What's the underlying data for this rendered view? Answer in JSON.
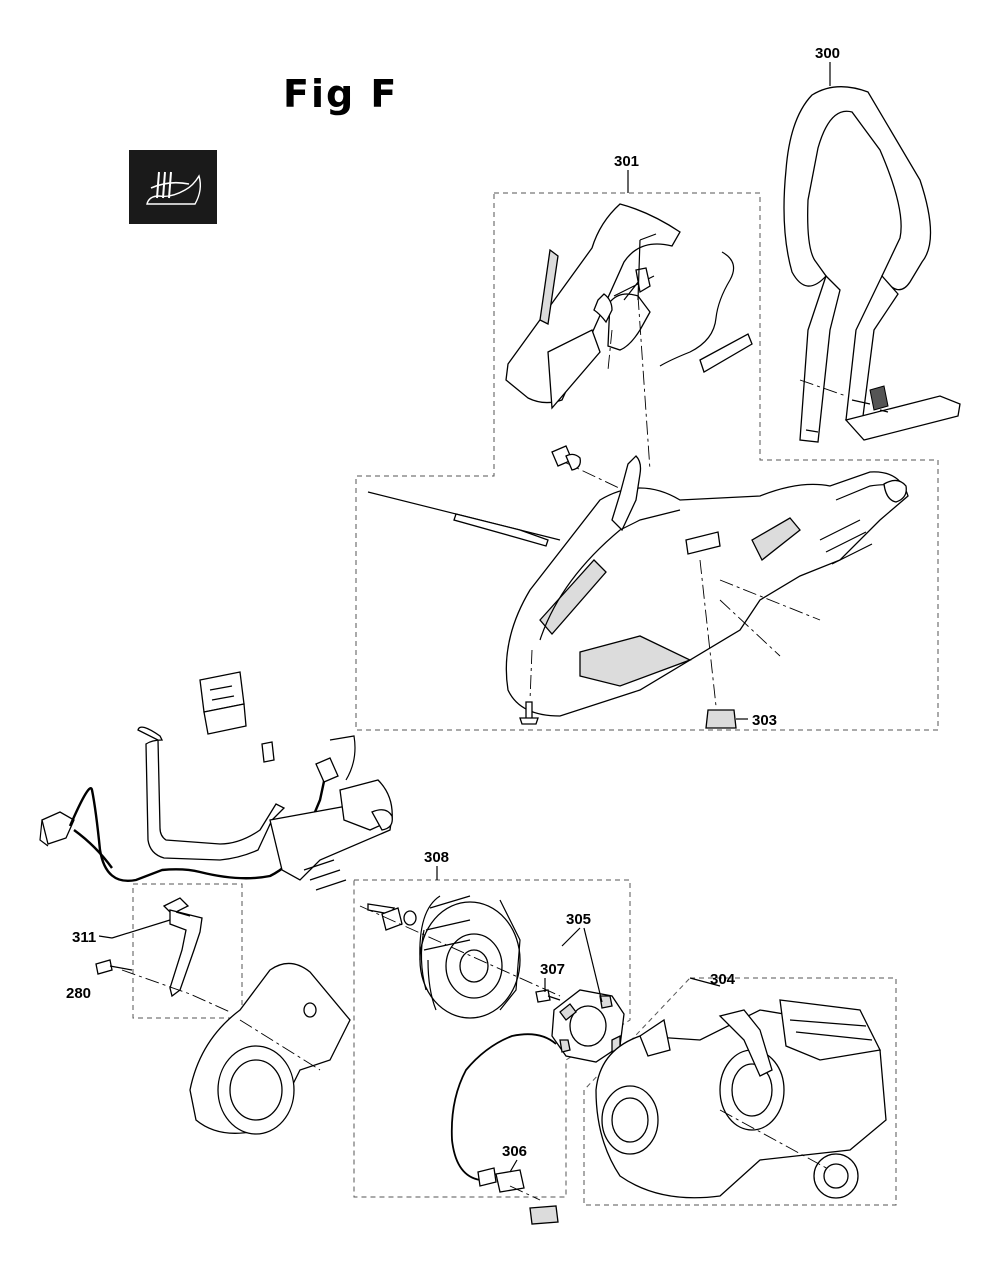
{
  "figure": {
    "title": "Fig F"
  },
  "logo": {
    "icon": "handle-section-icon"
  },
  "callouts": {
    "c300": "300",
    "c301": "301",
    "c303": "303",
    "c304": "304",
    "c305": "305",
    "c306": "306",
    "c307": "307",
    "c308": "308",
    "c311": "311",
    "c280": "280"
  }
}
